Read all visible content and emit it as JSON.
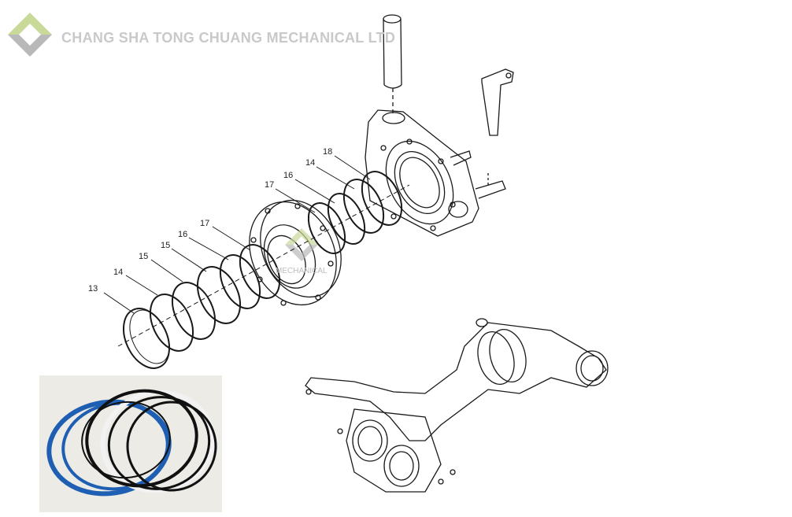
{
  "watermark": {
    "company": "CHANG SHA TONG CHUANG MECHANICAL LTD",
    "center_text": "MECHANICAL"
  },
  "callouts": [
    {
      "id": "c13a",
      "text": "13"
    },
    {
      "id": "c14a",
      "text": "14"
    },
    {
      "id": "c15a",
      "text": "15"
    },
    {
      "id": "c15b",
      "text": "15"
    },
    {
      "id": "c16a",
      "text": "16"
    },
    {
      "id": "c17a",
      "text": "17"
    },
    {
      "id": "c17b",
      "text": "17"
    },
    {
      "id": "c16b",
      "text": "16"
    },
    {
      "id": "c14b",
      "text": "14"
    },
    {
      "id": "c18a",
      "text": "18"
    }
  ],
  "colors": {
    "line": "#1a1a1a",
    "logo_green": "#c8d99a",
    "logo_grey": "#b9b9b9",
    "seal_blue": "#1e5fb4",
    "seal_black": "#111111",
    "seal_white": "#f2f2f2"
  }
}
